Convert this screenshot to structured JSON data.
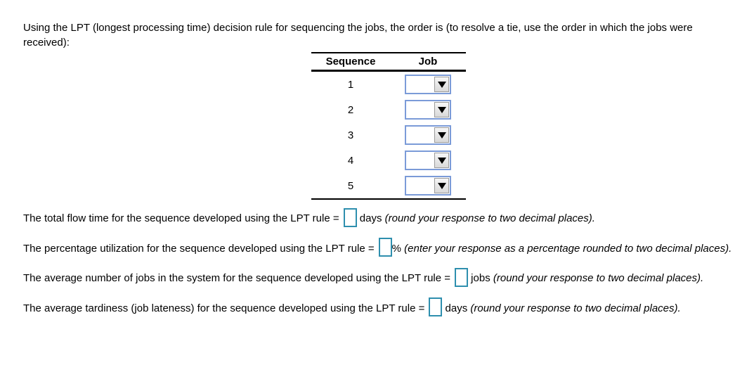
{
  "intro": "Using the LPT (longest processing time) decision rule for sequencing the jobs, the order is (to resolve a tie, use the order in which the jobs were received):",
  "table": {
    "headers": {
      "sequence": "Sequence",
      "job": "Job"
    },
    "rows": [
      {
        "sequence": "1",
        "job_value": ""
      },
      {
        "sequence": "2",
        "job_value": ""
      },
      {
        "sequence": "3",
        "job_value": ""
      },
      {
        "sequence": "4",
        "job_value": ""
      },
      {
        "sequence": "5",
        "job_value": ""
      }
    ]
  },
  "questions": [
    {
      "prefix": "The total flow time for the sequence developed using the LPT rule =",
      "value": "",
      "unit": " days ",
      "hint": "(round your response to two decimal places)."
    },
    {
      "prefix": "The percentage utilization for the sequence developed using the LPT rule =",
      "value": "",
      "unit": "% ",
      "hint": "(enter your response as a percentage rounded to two decimal places)."
    },
    {
      "prefix": "The average number of jobs in the system for the sequence developed using the LPT rule =",
      "value": "",
      "unit": " jobs ",
      "hint": "(round your response to two decimal places)."
    },
    {
      "prefix": "The average tardiness (job lateness) for the sequence developed using the LPT rule =",
      "value": "",
      "unit": " days ",
      "hint": "(round your response to two decimal places)."
    }
  ],
  "colors": {
    "answer_box_border": "#2e8fae",
    "dropdown_border": "#7b9bd8",
    "table_border": "#000000"
  }
}
